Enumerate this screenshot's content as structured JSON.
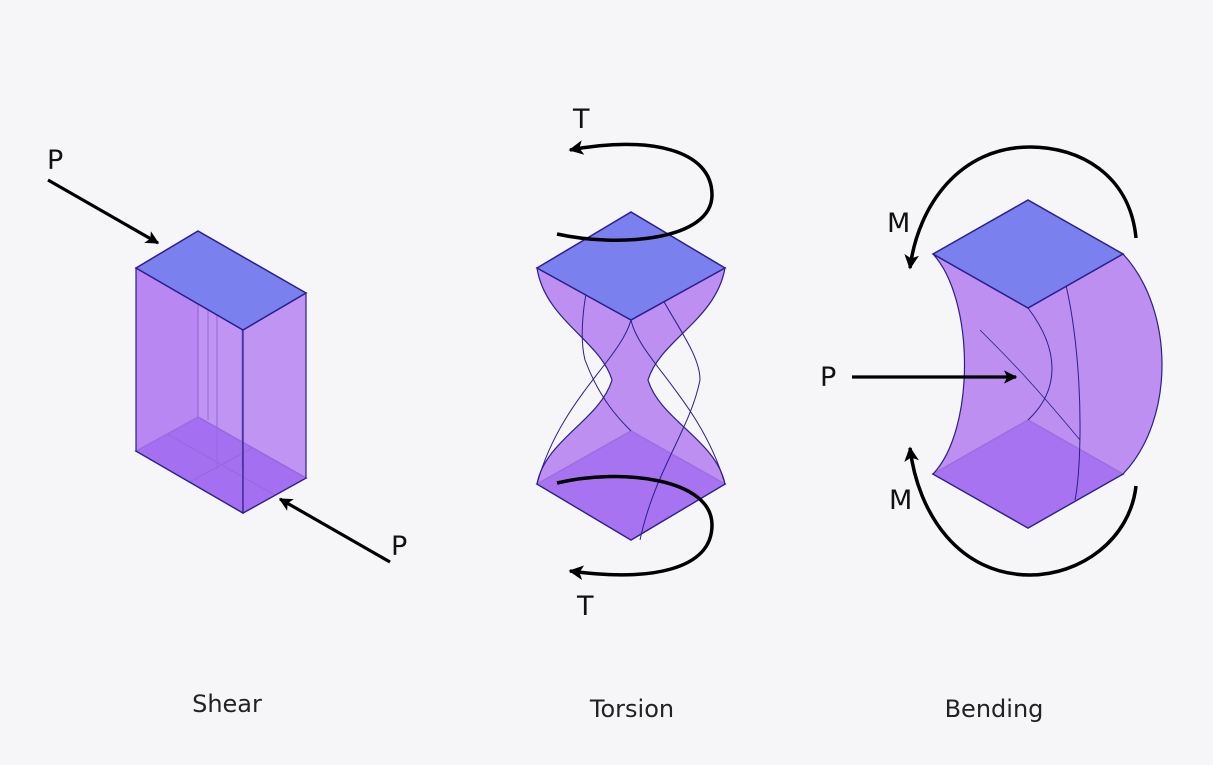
{
  "panels": {
    "shear": {
      "caption": "Shear",
      "top_force_label": "P",
      "bottom_force_label": "P"
    },
    "torsion": {
      "caption": "Torsion",
      "top_torque_label": "T",
      "bottom_torque_label": "T"
    },
    "bending": {
      "caption": "Bending",
      "top_moment_label": "M",
      "bottom_moment_label": "M",
      "load_label": "P"
    }
  },
  "colors": {
    "background": "#f6f6f9",
    "block_face": "#b27cf0",
    "top_face": "#7b80ef",
    "bottom_face": "#6f3df0",
    "edge": "#2a1f8c",
    "arrow": "#000000"
  }
}
